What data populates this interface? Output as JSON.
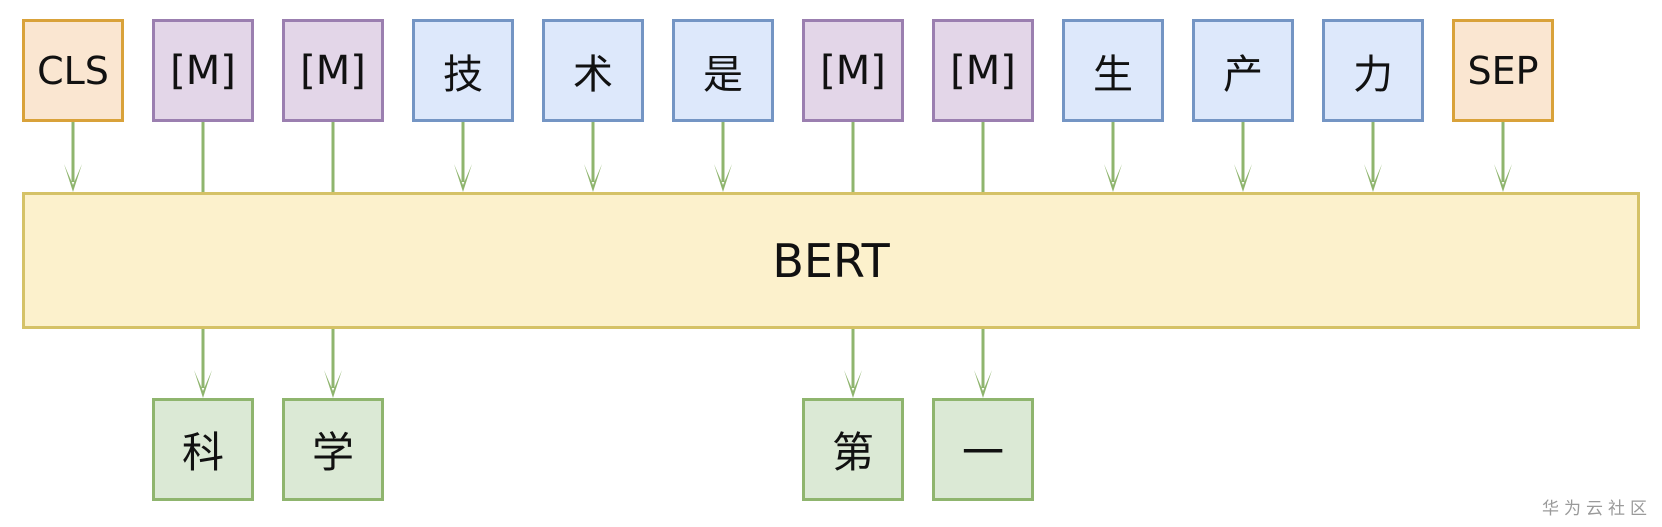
{
  "model": {
    "label": "BERT"
  },
  "input_tokens": [
    {
      "text": "CLS",
      "kind": "special"
    },
    {
      "text": "[M]",
      "kind": "masked"
    },
    {
      "text": "[M]",
      "kind": "masked"
    },
    {
      "text": "技",
      "kind": "plain"
    },
    {
      "text": "术",
      "kind": "plain"
    },
    {
      "text": "是",
      "kind": "plain"
    },
    {
      "text": "[M]",
      "kind": "masked"
    },
    {
      "text": "[M]",
      "kind": "masked"
    },
    {
      "text": "生",
      "kind": "plain"
    },
    {
      "text": "产",
      "kind": "plain"
    },
    {
      "text": "力",
      "kind": "plain"
    },
    {
      "text": "SEP",
      "kind": "special"
    }
  ],
  "output_tokens": [
    {
      "text": "科",
      "source": 1
    },
    {
      "text": "学",
      "source": 2
    },
    {
      "text": "第",
      "source": 6
    },
    {
      "text": "一",
      "source": 7
    }
  ],
  "watermark": "华为云社区",
  "colors": {
    "special_fill": "#fae6d1",
    "special_border": "#d9a23a",
    "masked_fill": "#e3d6e8",
    "masked_border": "#9b7fb0",
    "plain_fill": "#dde8fb",
    "plain_border": "#7495c4",
    "bert_fill": "#fcf1cc",
    "bert_border": "#d5c267",
    "output_fill": "#dbe9d5",
    "output_border": "#8fb56e",
    "arrow": "#8fb56e"
  }
}
